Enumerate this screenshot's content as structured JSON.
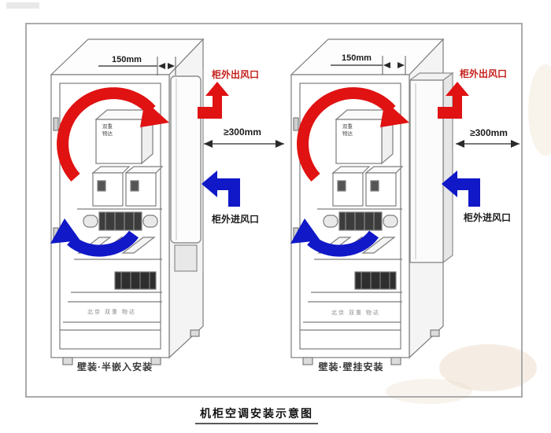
{
  "title": "机柜空调安装示意图",
  "cabinets": {
    "left": {
      "caption": "壁装·半嵌入安装",
      "top_dimension": "150mm",
      "side_clearance": "≥300mm",
      "outlet_label": "柜外出风口",
      "inlet_label": "柜外进风口"
    },
    "right": {
      "caption": "壁装·壁挂安装",
      "top_dimension": "150mm",
      "side_clearance": "≥300mm",
      "outlet_label": "柜外出风口",
      "inlet_label": "柜外进风口"
    }
  },
  "unit_markings": {
    "tag_line1": "双重",
    "tag_line2": "物达",
    "watermark": "北京 双重 物达"
  },
  "colors": {
    "hot_air_arrow": "#e01212",
    "cold_air_arrow": "#1018c8",
    "outlet_text": "#c41f1a",
    "body_text": "#1c1c1c",
    "line_art": "#7d7d7d"
  }
}
